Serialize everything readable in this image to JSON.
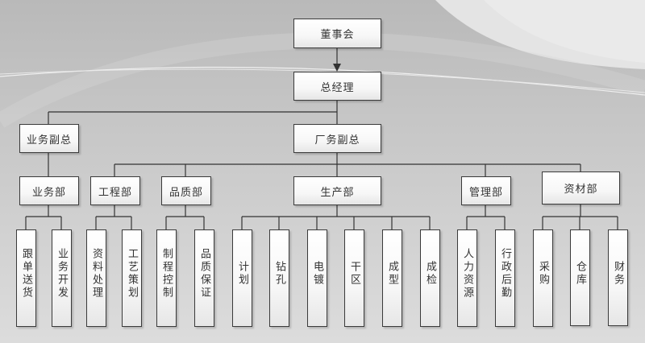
{
  "chart": {
    "board": "董事会",
    "gm": "总经理",
    "vp_business": "业务副总",
    "vp_factory": "厂务副总",
    "departments": {
      "business": {
        "label": "业务部",
        "units": [
          "跟单送货",
          "业务开发"
        ]
      },
      "engineering": {
        "label": "工程部",
        "units": [
          "资料处理",
          "工艺策划"
        ]
      },
      "quality": {
        "label": "品质部",
        "units": [
          "制程控制",
          "品质保证"
        ]
      },
      "production": {
        "label": "生产部",
        "units": [
          "计划",
          "钻孔",
          "电镀",
          "干区",
          "成型",
          "成检"
        ]
      },
      "management": {
        "label": "管理部",
        "units": [
          "人力资源",
          "行政后勤"
        ]
      },
      "materials": {
        "label": "资材部",
        "units": [
          "采购",
          "仓库",
          "财务"
        ]
      }
    }
  }
}
